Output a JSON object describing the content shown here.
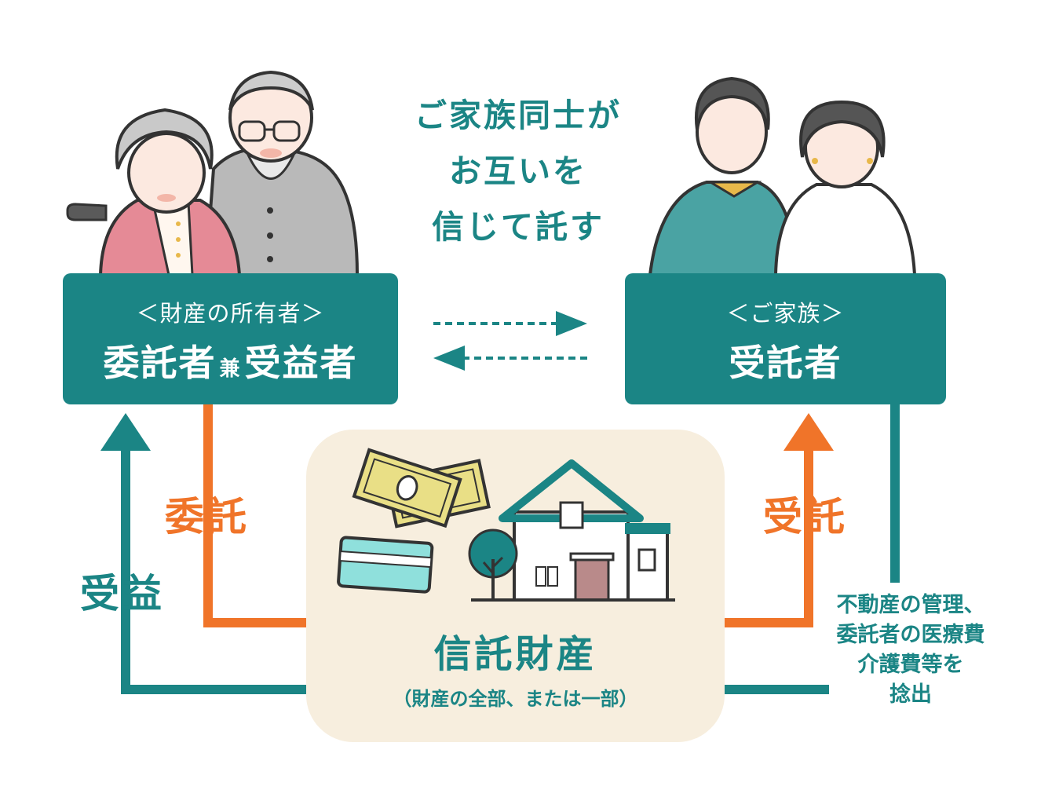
{
  "headline": [
    "ご家族同士が",
    "お互いを",
    "信じて託す"
  ],
  "left_box": {
    "subtitle": "＜財産の所有者＞",
    "title_part1": "委託者",
    "title_joiner": "兼",
    "title_part2": "受益者"
  },
  "right_box": {
    "subtitle": "＜ご家族＞",
    "title": "受託者"
  },
  "flows": {
    "entrust": "委託",
    "benefit": "受益",
    "trustee_receive": "受託"
  },
  "center": {
    "title": "信託財産",
    "subtitle": "（財産の全部、または一部）"
  },
  "note_lines": [
    "不動産の管理、",
    "委託者の医療費",
    "介護費等を",
    "捻出"
  ],
  "colors": {
    "teal": "#1b8585",
    "orange": "#f07429",
    "beige": "#f7eede",
    "pink": "#e58a96",
    "grey": "#b9b9b9"
  }
}
